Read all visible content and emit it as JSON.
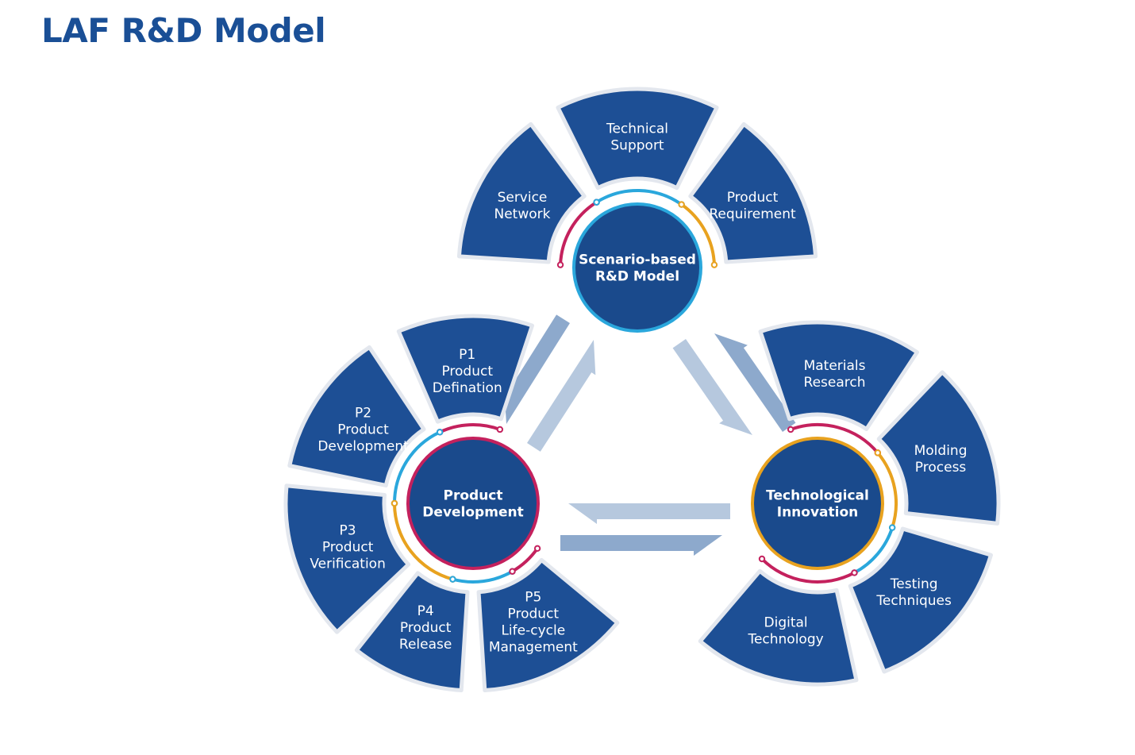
{
  "title": "LAF R&D Model",
  "colors": {
    "petal": "#1d4f95",
    "petal_edge": "#e3e7ee",
    "hub": "#1a4a8c",
    "arrow_light": "#b6c8de",
    "arrow_dark": "#8da9cc",
    "ring_blue": "#2aa7dc",
    "ring_magenta": "#c4215d",
    "ring_orange": "#e8a21f"
  },
  "hubs": [
    {
      "id": "scenario",
      "label": [
        "Scenario-based",
        "R&D Model"
      ],
      "petals": [
        {
          "id": "service-network",
          "label": [
            "Service",
            "Network"
          ]
        },
        {
          "id": "technical-support",
          "label": [
            "Technical",
            "Support"
          ]
        },
        {
          "id": "product-requirement",
          "label": [
            "Product",
            "Requirement"
          ]
        }
      ]
    },
    {
      "id": "product-development",
      "label": [
        "Product",
        "Development"
      ],
      "petals": [
        {
          "id": "p1",
          "label": [
            "P1",
            "Product",
            "Defination"
          ]
        },
        {
          "id": "p2",
          "label": [
            "P2",
            "Product",
            "Development"
          ]
        },
        {
          "id": "p3",
          "label": [
            "P3",
            "Product",
            "Verification"
          ]
        },
        {
          "id": "p4",
          "label": [
            "P4",
            "Product",
            "Release"
          ]
        },
        {
          "id": "p5",
          "label": [
            "P5",
            "Product",
            "Life-cycle",
            "Management"
          ]
        }
      ]
    },
    {
      "id": "technological-innovation",
      "label": [
        "Technological",
        "Innovation"
      ],
      "petals": [
        {
          "id": "materials-research",
          "label": [
            "Materials",
            "Research"
          ]
        },
        {
          "id": "molding-process",
          "label": [
            "Molding",
            "Process"
          ]
        },
        {
          "id": "testing-techniques",
          "label": [
            "Testing",
            "Techniques"
          ]
        },
        {
          "id": "digital-technology",
          "label": [
            "Digital",
            "Technology"
          ]
        }
      ]
    }
  ]
}
